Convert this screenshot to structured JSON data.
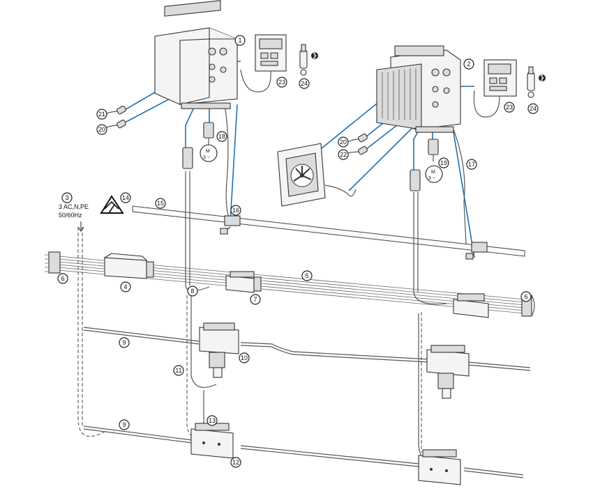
{
  "callouts": [
    "1",
    "2",
    "3",
    "4",
    "5",
    "6",
    "6",
    "7",
    "8",
    "9",
    "9",
    "10",
    "11",
    "12",
    "13",
    "14",
    "15",
    "16",
    "17",
    "18",
    "19",
    "20",
    "20",
    "21",
    "22",
    "23",
    "23",
    "24",
    "24"
  ],
  "supply": {
    "line1": "3 AC,N,PE",
    "line2": "50/60Hz"
  },
  "motor": {
    "label": "M",
    "phase": "3 ~"
  },
  "colors": {
    "highlight": "#1f6fb2",
    "outline": "#333333",
    "cable": "#555555"
  },
  "icons": [
    "bluetooth-icon",
    "fan-icon",
    "as-interface-logo"
  ]
}
